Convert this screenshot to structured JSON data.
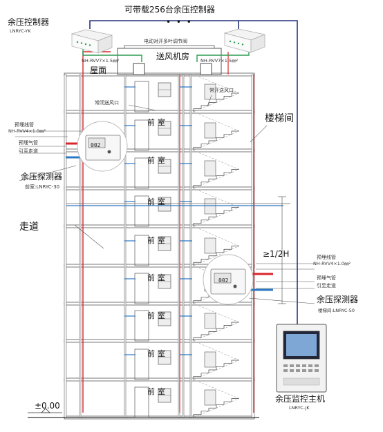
{
  "top_title": "可带载256台余压控制器",
  "dots": "• • •",
  "controller_left": {
    "title": "余压控制器",
    "model": "LNRYC-YK"
  },
  "valve_note": "电动对开多叶调节阀",
  "cable_left": "NH-RVV7×1.5㎜²",
  "cable_right": "NH-RVV7×1.5㎜²",
  "fan_room": "送风机房",
  "roof": "屋面",
  "supply_closed": "常闭送风口",
  "supply_open": "常开送风口",
  "stairwell": "楼梯间",
  "detector_left": {
    "cable1": "预埋线管",
    "cable2": "NH-RVV4×1.0㎜²",
    "pipe1": "预埋气管",
    "pipe2": "引至走道",
    "title": "余压探测器",
    "model": "前室:LNRYC-30",
    "screen": "002"
  },
  "corridor": "走道",
  "height_note": "≥1/2H",
  "detector_right": {
    "cable1": "预埋线管",
    "cable2": "NH-RVV4×1.0㎜²",
    "pipe1": "预埋气管",
    "pipe2": "引至走道",
    "title": "余压探测器",
    "model": "楼梯间:LNRYC-50",
    "screen": "002"
  },
  "anteroom": "前室",
  "ground_level": "±0.00",
  "host": {
    "title": "余压监控主机",
    "model": "LNRYC-JK"
  },
  "colors": {
    "red": "#d9262b",
    "blue": "#2b78c4",
    "green": "#2e9b52",
    "navy": "#27337a",
    "gray": "#555555"
  }
}
